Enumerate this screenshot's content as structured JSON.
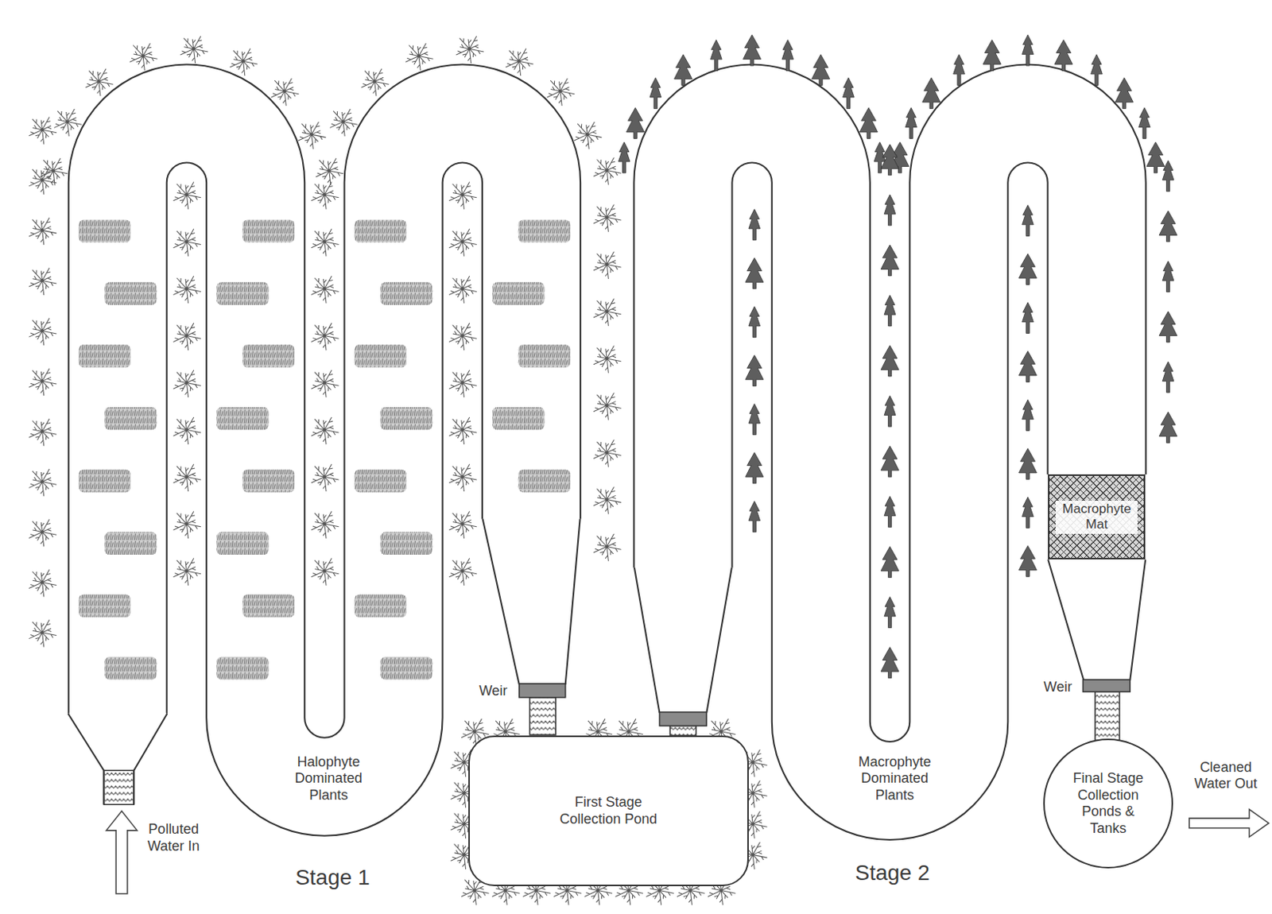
{
  "diagram": {
    "nodes": [
      {
        "text": [
          "First Stage Collection Pond"
        ]
      },
      {
        "text": [
          "Macrophyte Mat"
        ]
      },
      {
        "text": [
          "Final Stage Collection Ponds & Tanks"
        ]
      }
    ],
    "labels": [
      "Polluted Water In",
      "Halophyte Dominated Plants",
      "Stage 1",
      "Weir",
      "Weir",
      "Macrophyte Dominated Plants",
      "Stage 2",
      "Cleaned Water Out"
    ]
  }
}
